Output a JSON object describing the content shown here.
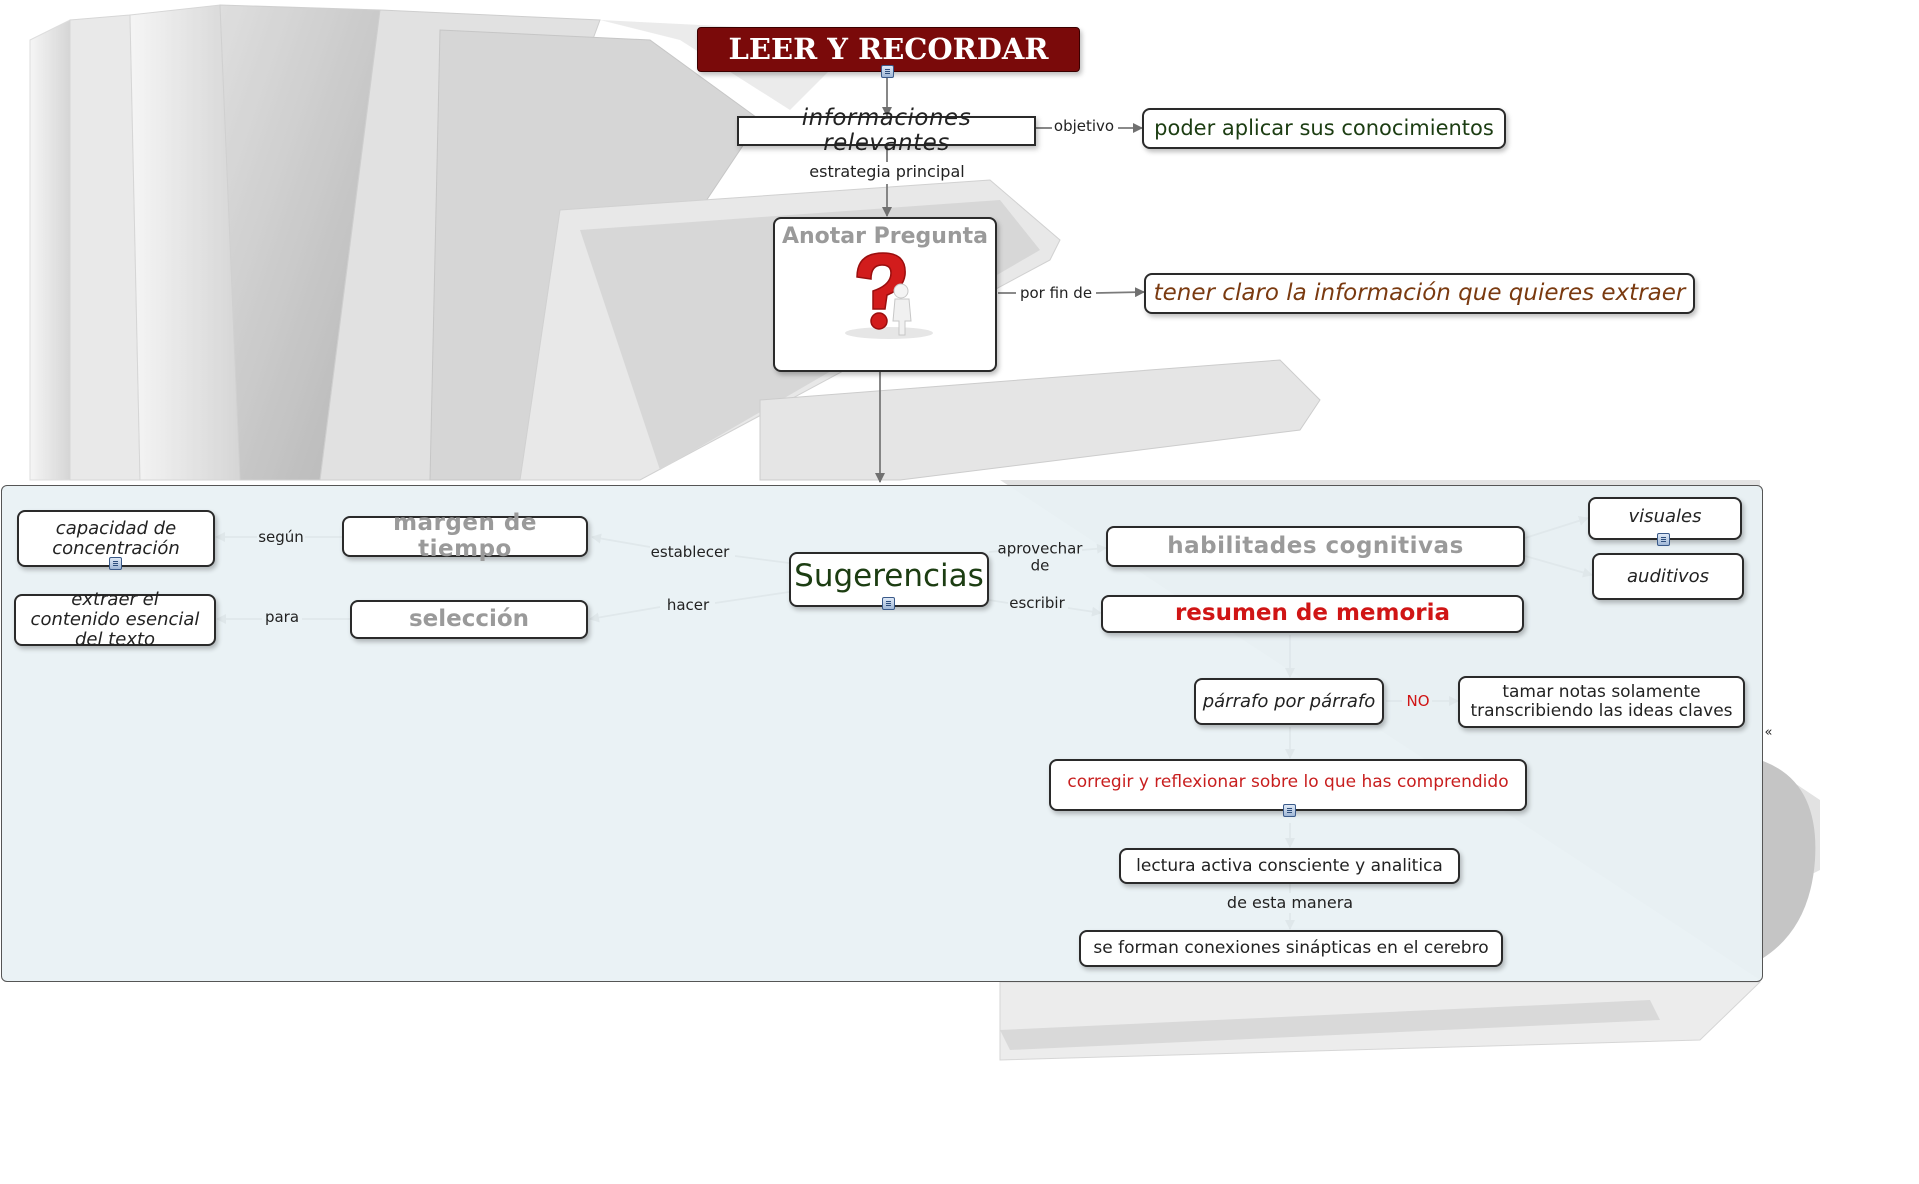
{
  "map": {
    "title": "LEER Y RECORDAR",
    "nodes": {
      "informaciones": "informaciones relevantes",
      "poder": "poder aplicar sus conocimientos",
      "anotar": "Anotar Pregunta",
      "tener": "tener claro la información que quieres extraer",
      "sugerencias": "Sugerencias",
      "margen": "margen de tiempo",
      "capacidad": "capacidad de concentración",
      "seleccion": "selección",
      "extraer": "extraer el contenido esencial del texto",
      "habilidades": "habilitades cognitivas",
      "visuales": "visuales",
      "auditivos": "auditivos",
      "resumen": "resumen de memoria",
      "parrafo": "párrafo por párrafo",
      "tomar": "tamar notas solamente transcribiendo las ideas claves",
      "corregir": "corregir  y reflexionar sobre lo que has comprendido",
      "lectura": "lectura activa consciente y analitica",
      "conexiones": "se forman conexiones sinápticas en el cerebro"
    },
    "links": {
      "objetivo": "objetivo",
      "estrategia": "estrategia principal",
      "porfin": "por fin de",
      "establecer": "establecer",
      "segun": "según",
      "hacer": "hacer",
      "para": "para",
      "aprovechar": "aprovechar de",
      "escribir": "escribir",
      "no": "NO",
      "manera": "de esta manera"
    },
    "colors": {
      "title_bg": "#7a0a0a",
      "dark_green": "#1c3d12",
      "brown": "#7a3a10",
      "gray_text": "#9a9a9a",
      "red": "#d01515",
      "dark_red": "#c81e1e",
      "nested_bg": "#e8f1f4"
    }
  }
}
